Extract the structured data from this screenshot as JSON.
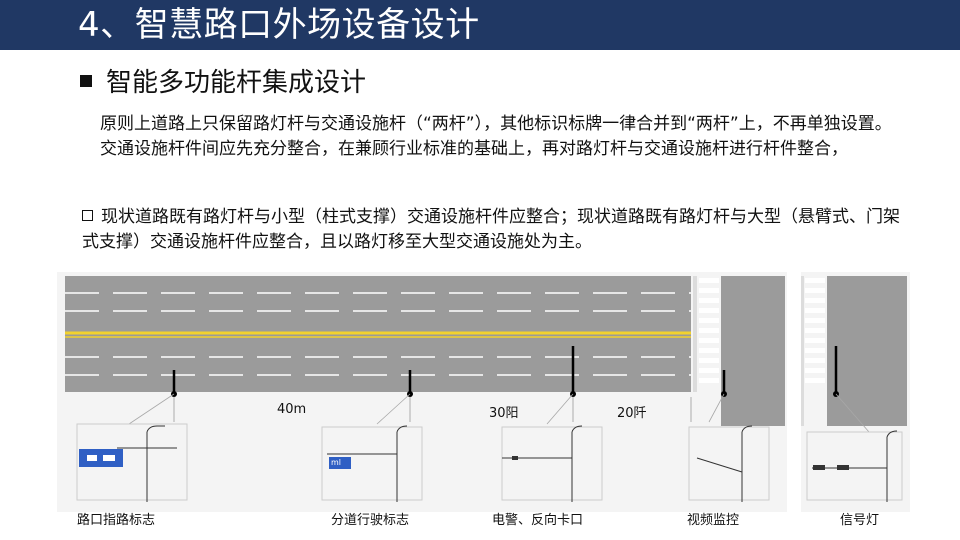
{
  "header": {
    "title": "4、智慧路口外场设备设计"
  },
  "section": {
    "heading": "智能多功能杆集成设计"
  },
  "body": {
    "paragraph1": "原则上道路上只保留路灯杆与交通设施杆（“两杆”），其他标识标牌一律合并到“两杆”上，不再单独设置。交通设施杆件间应先充分整合，在兼顾行业标准的基础上，再对路灯杆与交通设施杆进行杆件整合，",
    "paragraph2": "现状道路既有路灯杆与小型（柱式支撑）交通设施杆件应整合；现状道路既有路灯杆与大型（悬臂式、门架式支撑）交通设施杆件应整合，且以路灯移至大型交通设施处为主。"
  },
  "figure": {
    "distances": [
      "40m",
      "30阳",
      "20阡"
    ],
    "sign_text": "ml",
    "poles": [
      {
        "label": "路口指路标志"
      },
      {
        "label": "分道行驶标志"
      },
      {
        "label": "电警、反向卡口"
      },
      {
        "label": "视频监控"
      },
      {
        "label": "信号灯"
      }
    ]
  },
  "colors": {
    "header_bg": "#203864",
    "road": "#9a9a9a",
    "center_line": "#f2d22e",
    "sign_blue": "#2f5fc4"
  }
}
